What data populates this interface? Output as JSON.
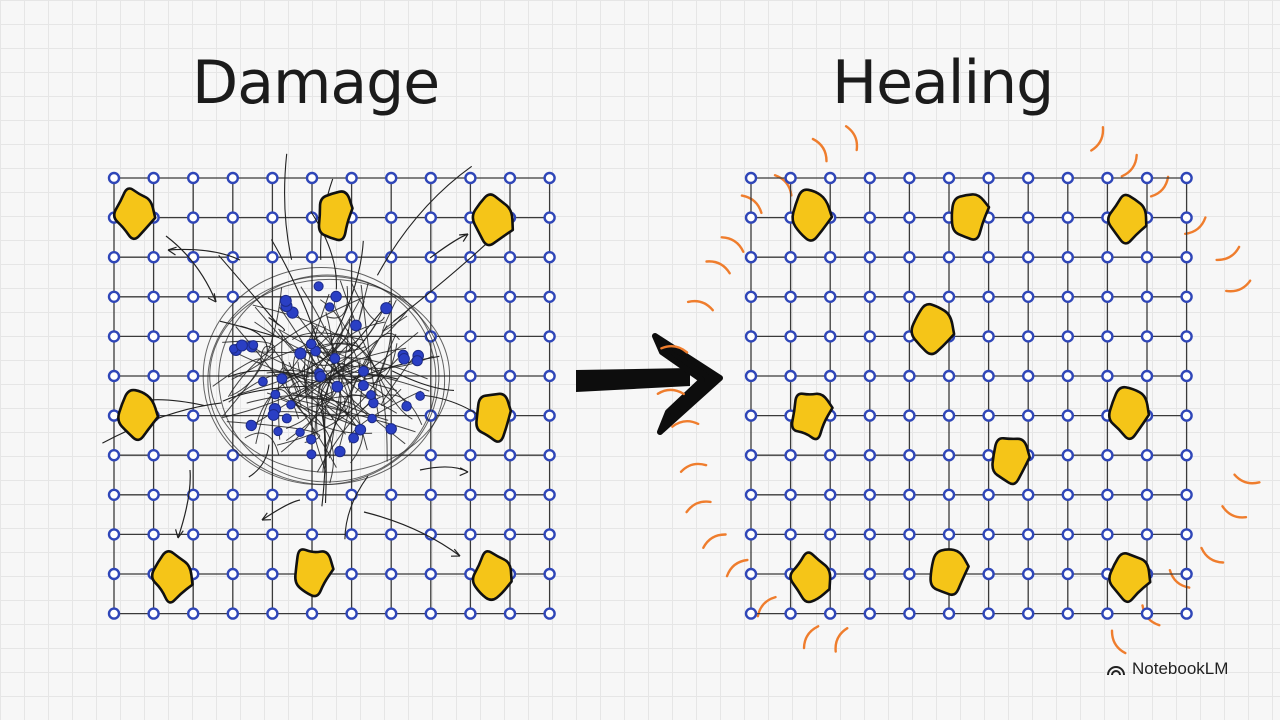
{
  "titles": {
    "damage": "Damage",
    "healing": "Healing"
  },
  "brand": {
    "name": "NotebookLM",
    "icon": "notebooklm-logo-icon"
  },
  "colors": {
    "node_fill": "#ffffff",
    "node_stroke": "#2f46b8",
    "bond": "#3a3a3a",
    "scribble": "#222222",
    "particle": "#2a3fc4",
    "inclusion": "#f5c518",
    "glow": "#ef7d2d",
    "arrow": "#0d0d0d"
  }
}
